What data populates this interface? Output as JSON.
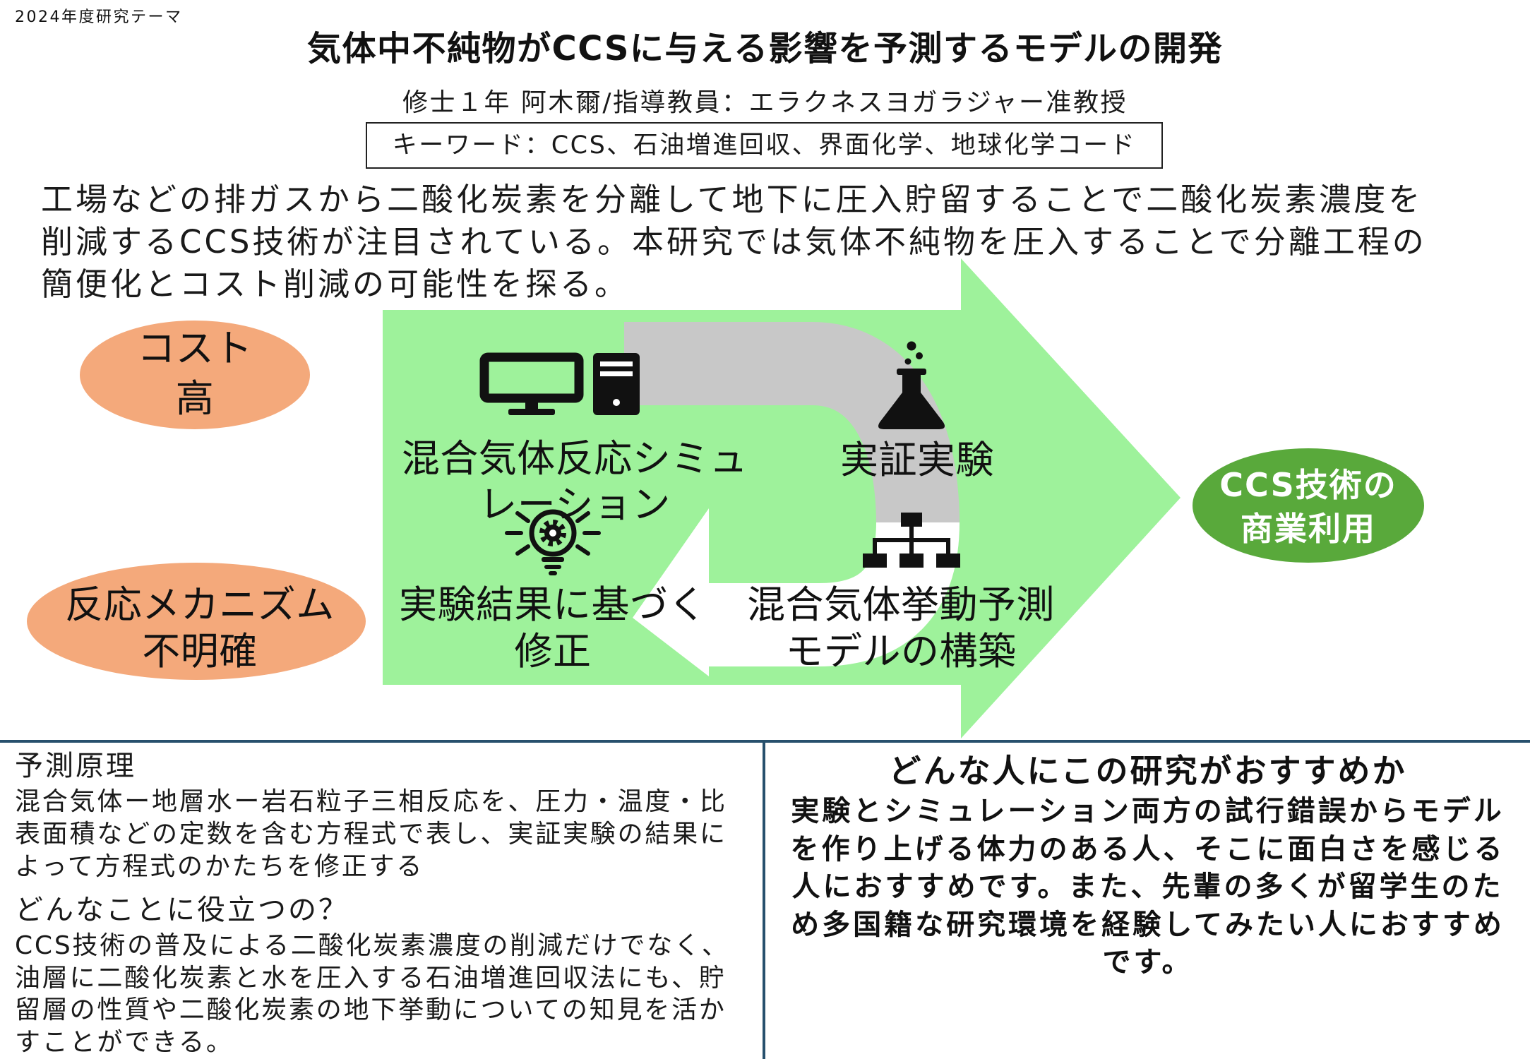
{
  "header": {
    "year_label": "2024年度研究テーマ",
    "title": "気体中不純物がCCSに与える影響を予測するモデルの開発",
    "author": "修士１年 阿木爾/指導教員：エラクネスヨガラジャー准教授",
    "keywords": "キーワード：CCS、石油増進回収、界面化学、地球化学コード"
  },
  "intro": {
    "lines": [
      "工場などの排ガスから二酸化炭素を分離して地下に圧入貯留することで二酸化炭素濃度を",
      "削減するCCS技術が注目されている。本研究では気体不純物を圧入することで分離工程の",
      "簡便化とコスト削減の可能性を探る。"
    ]
  },
  "diagram": {
    "problems": [
      {
        "lines": [
          "コスト",
          "高"
        ]
      },
      {
        "lines": [
          "反応メカニズム",
          "不明確"
        ]
      }
    ],
    "steps": {
      "simulation": {
        "icon": "computer-icon",
        "lines": [
          "混合気体反応シミュ",
          "レーション"
        ]
      },
      "experiment": {
        "icon": "flask-icon",
        "lines": [
          "実証実験"
        ]
      },
      "correction": {
        "icon": "lightbulb-gear-icon",
        "lines": [
          "実験結果に基づく",
          "修正"
        ]
      },
      "model": {
        "icon": "org-chart-icon",
        "lines": [
          "混合気体挙動予測",
          "モデルの構築"
        ]
      }
    },
    "goal": {
      "lines": [
        "CCS技術の",
        "商業利用"
      ]
    },
    "colors": {
      "main_arrow": "#9ef29b",
      "cycle_forward": "#c8c8c8",
      "cycle_return": "#ffffff",
      "problem_bubble": "#f4a97b",
      "goal_bubble": "#59a93b",
      "icon": "#111111"
    }
  },
  "principle": {
    "heading": "予測原理",
    "lines": [
      "混合気体ー地層水ー岩石粒子三相反応を、圧力・温度・比",
      "表面積などの定数を含む方程式で表し、実証実験の結果に",
      "よって方程式のかたちを修正する"
    ]
  },
  "usefulness": {
    "heading": "どんなことに役立つの？",
    "lines": [
      "CCS技術の普及による二酸化炭素濃度の削減だけでなく、",
      "油層に二酸化炭素と水を圧入する石油増進回収法にも、貯",
      "留層の性質や二酸化炭素の地下挙動についての知見を活か",
      "すことができる。"
    ]
  },
  "recommendation": {
    "heading": "どんな人にこの研究がおすすめか",
    "lines": [
      "実験とシミュレーション両方の試行錯誤からモデル",
      "を作り上げる体力のある人、そこに面白さを感じる",
      "人におすすめです。また、先輩の多くが留学生のた",
      "め多国籍な研究環境を経験してみたい人におすすめ",
      "です。"
    ]
  },
  "page_colors": {
    "divider": "#27506d"
  }
}
